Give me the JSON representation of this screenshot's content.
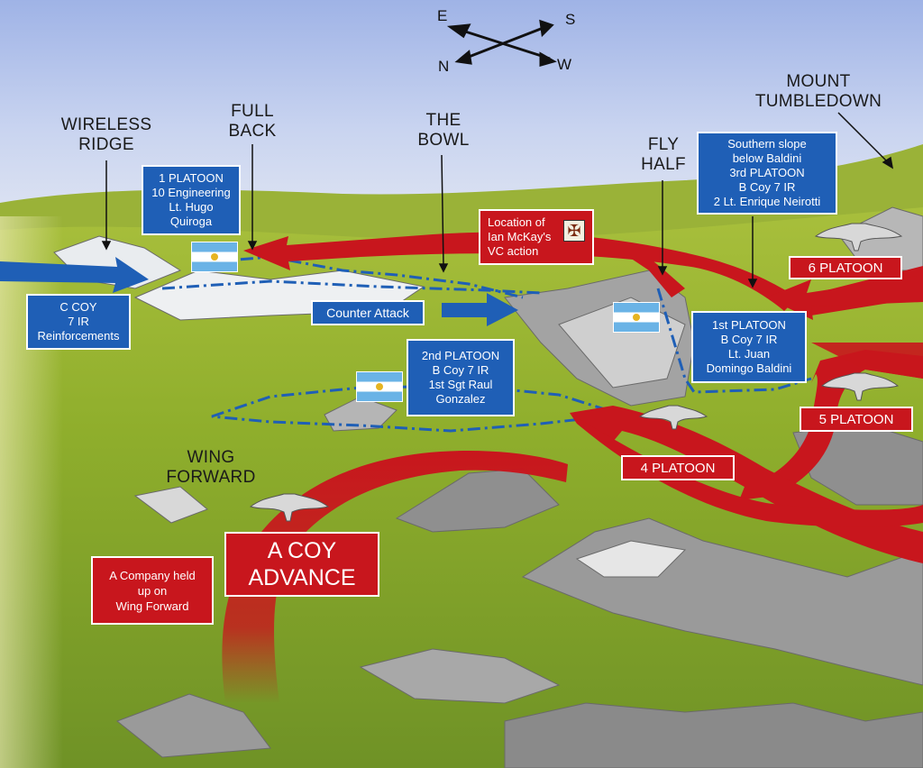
{
  "compass": {
    "e": "E",
    "s": "S",
    "n": "N",
    "w": "W"
  },
  "places": {
    "wireless_ridge": [
      "WIRELESS",
      "RIDGE"
    ],
    "full_back": [
      "FULL",
      "BACK"
    ],
    "the_bowl": [
      "THE",
      "BOWL"
    ],
    "fly_half": [
      "FLY",
      "HALF"
    ],
    "mount_tumbledown": [
      "MOUNT",
      "TUMBLEDOWN"
    ],
    "wing_forward": [
      "WING",
      "FORWARD"
    ]
  },
  "argentine_units": {
    "one_platoon": [
      "1 PLATOON",
      "10 Engineering",
      "Lt. Hugo",
      "Quiroga"
    ],
    "southern_slope": [
      "Southern slope",
      "below Baldini",
      "3rd PLATOON",
      "B Coy 7 IR",
      "2 Lt. Enrique Neirotti"
    ],
    "c_coy": [
      "C COY",
      "7 IR",
      "Reinforcements"
    ],
    "counter_attack": "Counter Attack",
    "second_platoon": [
      "2nd PLATOON",
      "B Coy 7 IR",
      "1st Sgt Raul",
      "Gonzalez"
    ],
    "first_platoon": [
      "1st PLATOON",
      "B Coy 7 IR",
      "Lt. Juan",
      "Domingo Baldini"
    ]
  },
  "british_units": {
    "vc_location": [
      "Location of",
      "Ian McKay's",
      "VC action"
    ],
    "six_platoon": "6 PLATOON",
    "five_platoon": "5 PLATOON",
    "four_platoon": "4 PLATOON",
    "a_coy_advance": [
      "A COY",
      "ADVANCE"
    ],
    "a_company_held": [
      "A Company held",
      "up on",
      "Wing Forward"
    ]
  },
  "colors": {
    "argentine_blue": "#1f5fb6",
    "british_red": "#c8161d",
    "terrain_green": "#8fae2c",
    "sky": "#b8c8ec"
  }
}
